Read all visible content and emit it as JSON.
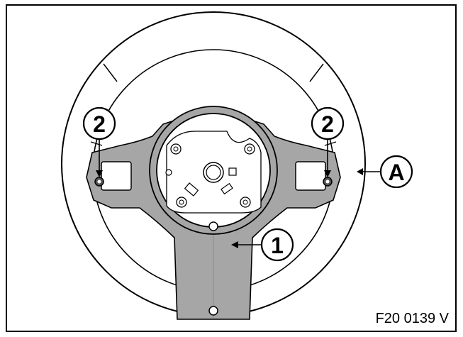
{
  "figure": {
    "figure_id": "F20 0139 V",
    "callouts": [
      {
        "id": "callout-1",
        "label": "1"
      },
      {
        "id": "callout-2-left",
        "label": "2"
      },
      {
        "id": "callout-2-right",
        "label": "2"
      },
      {
        "id": "callout-a",
        "label": "A"
      }
    ]
  },
  "colors": {
    "line": "#000000",
    "hub_fill": "#a6a6a6",
    "background": "#ffffff"
  }
}
